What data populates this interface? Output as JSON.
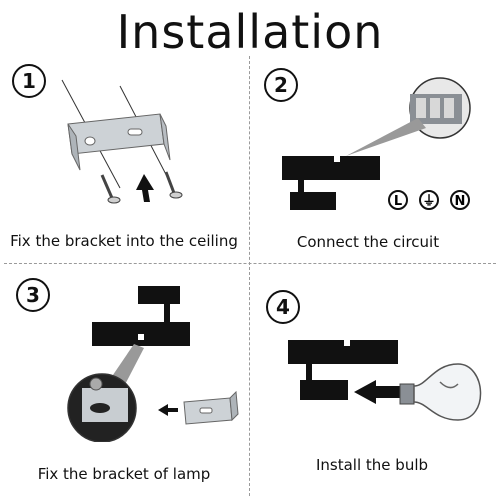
{
  "title": "Installation",
  "steps": [
    {
      "number": "1",
      "caption": "Fix the bracket into the ceiling"
    },
    {
      "number": "2",
      "caption": "Connect the circuit"
    },
    {
      "number": "3",
      "caption": "Fix the bracket of lamp"
    },
    {
      "number": "4",
      "caption": "Install the bulb"
    }
  ],
  "circuit_symbols": [
    "L",
    "⏚",
    "N"
  ],
  "colors": {
    "ink": "#111111",
    "metal": "#c9ced3",
    "divider": "#9a9a9a"
  }
}
